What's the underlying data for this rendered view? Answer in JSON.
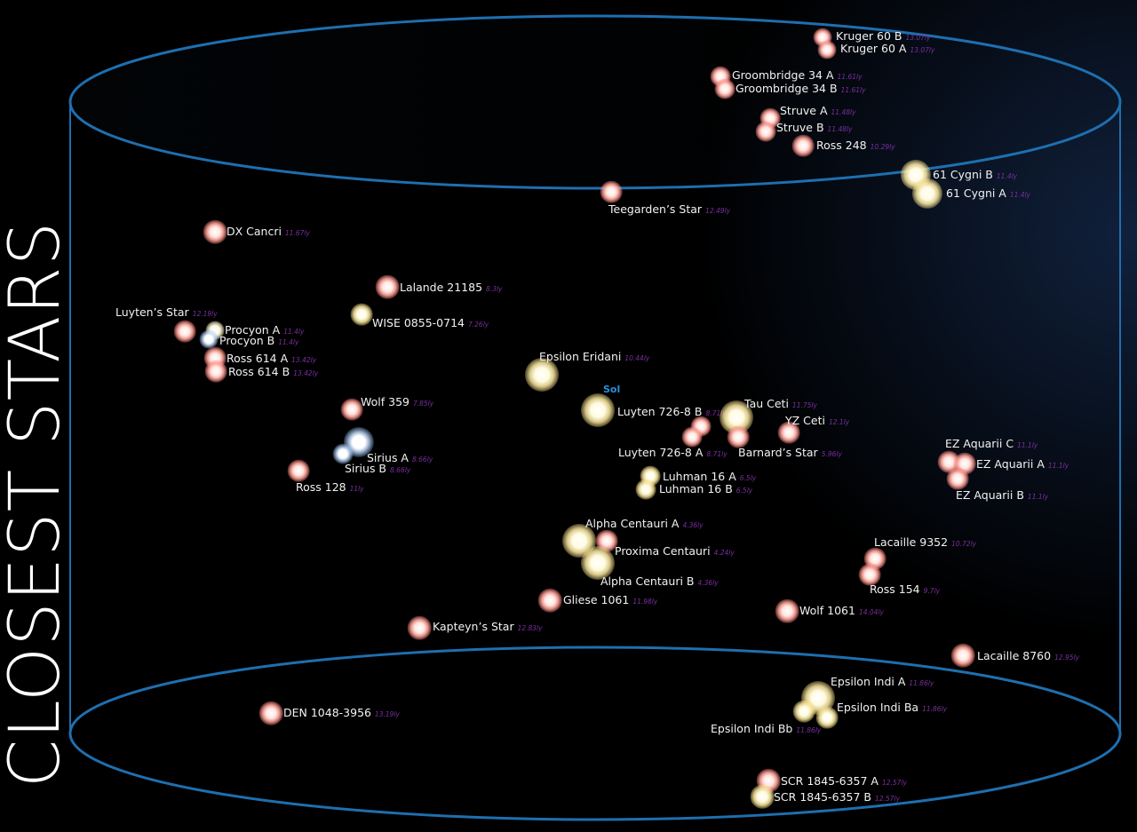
{
  "title": "CLOSEST STARS",
  "sol_label": "Sol",
  "cylinder_color": "#1e6fb0",
  "star_colors": {
    "white": "#d8e8ff",
    "yellow": "#fff1b0",
    "pale": "#fff6c8",
    "red": "#ff9d9d"
  },
  "stars": [
    {
      "name": "Kruger 60 B",
      "dist": "13.07ly",
      "color": "red"
    },
    {
      "name": "Kruger 60 A",
      "dist": "13.07ly",
      "color": "red"
    },
    {
      "name": "Groombridge 34 A",
      "dist": "11.61ly",
      "color": "red"
    },
    {
      "name": "Groombridge 34 B",
      "dist": "11.61ly",
      "color": "red"
    },
    {
      "name": "Struve A",
      "dist": "11.48ly",
      "color": "red"
    },
    {
      "name": "Struve B",
      "dist": "11.48ly",
      "color": "red"
    },
    {
      "name": "Ross 248",
      "dist": "10.29ly",
      "color": "red"
    },
    {
      "name": "61 Cygni B",
      "dist": "11.4ly",
      "color": "yellow"
    },
    {
      "name": "61 Cygni A",
      "dist": "11.4ly",
      "color": "yellow"
    },
    {
      "name": "Teegarden’s Star",
      "dist": "12.49ly",
      "color": "red"
    },
    {
      "name": "DX Cancri",
      "dist": "11.67ly",
      "color": "red"
    },
    {
      "name": "Lalande 21185",
      "dist": "8.3ly",
      "color": "red"
    },
    {
      "name": "WISE 0855-0714",
      "dist": "7.26ly",
      "color": "yellow"
    },
    {
      "name": "Luyten’s Star",
      "dist": "12.19ly",
      "color": "red"
    },
    {
      "name": "Procyon A",
      "dist": "11.4ly",
      "color": "pale"
    },
    {
      "name": "Procyon B",
      "dist": "11.4ly",
      "color": "white"
    },
    {
      "name": "Ross 614 A",
      "dist": "13.42ly",
      "color": "red"
    },
    {
      "name": "Ross 614 B",
      "dist": "13.42ly",
      "color": "red"
    },
    {
      "name": "Epsilon Eridani",
      "dist": "10.44ly",
      "color": "yellow"
    },
    {
      "name": "Sol",
      "dist": "",
      "color": "yellow"
    },
    {
      "name": "Wolf 359",
      "dist": "7.85ly",
      "color": "red"
    },
    {
      "name": "Luyten 726-8 B",
      "dist": "8.71ly",
      "color": "red"
    },
    {
      "name": "Tau Ceti",
      "dist": "11.75ly",
      "color": "yellow"
    },
    {
      "name": "YZ Ceti",
      "dist": "12.1ly",
      "color": "red"
    },
    {
      "name": "Luyten 726-8 A",
      "dist": "8.71ly",
      "color": "red"
    },
    {
      "name": "Barnard’s Star",
      "dist": "5.96ly",
      "color": "red"
    },
    {
      "name": "EZ Aquarii C",
      "dist": "11.1ly",
      "color": "red"
    },
    {
      "name": "EZ Aquarii A",
      "dist": "11.1ly",
      "color": "red"
    },
    {
      "name": "EZ Aquarii B",
      "dist": "11.1ly",
      "color": "red"
    },
    {
      "name": "Sirius A",
      "dist": "8.66ly",
      "color": "white"
    },
    {
      "name": "Sirius B",
      "dist": "8.66ly",
      "color": "white"
    },
    {
      "name": "Ross 128",
      "dist": "11ly",
      "color": "red"
    },
    {
      "name": "Luhman 16 A",
      "dist": "6.5ly",
      "color": "yellow"
    },
    {
      "name": "Luhman 16 B",
      "dist": "6.5ly",
      "color": "yellow"
    },
    {
      "name": "Alpha Centauri A",
      "dist": "4.36ly",
      "color": "yellow"
    },
    {
      "name": "Proxima Centauri",
      "dist": "4.24ly",
      "color": "red"
    },
    {
      "name": "Alpha Centauri B",
      "dist": "4.36ly",
      "color": "yellow"
    },
    {
      "name": "Lacaille 9352",
      "dist": "10.72ly",
      "color": "red"
    },
    {
      "name": "Ross 154",
      "dist": "9.7ly",
      "color": "red"
    },
    {
      "name": "Gliese 1061",
      "dist": "11.98ly",
      "color": "red"
    },
    {
      "name": "Wolf 1061",
      "dist": "14.04ly",
      "color": "red"
    },
    {
      "name": "Kapteyn’s Star",
      "dist": "12.83ly",
      "color": "red"
    },
    {
      "name": "Lacaille 8760",
      "dist": "12.95ly",
      "color": "red"
    },
    {
      "name": "Epsilon Indi A",
      "dist": "11.86ly",
      "color": "yellow"
    },
    {
      "name": "Epsilon Indi Ba",
      "dist": "11.86ly",
      "color": "yellow"
    },
    {
      "name": "Epsilon Indi Bb",
      "dist": "11.86ly",
      "color": "yellow"
    },
    {
      "name": "DEN 1048-3956",
      "dist": "13.19ly",
      "color": "red"
    },
    {
      "name": "SCR 1845-6357 A",
      "dist": "12.57ly",
      "color": "red"
    },
    {
      "name": "SCR 1845-6357 B",
      "dist": "12.57ly",
      "color": "yellow"
    }
  ]
}
